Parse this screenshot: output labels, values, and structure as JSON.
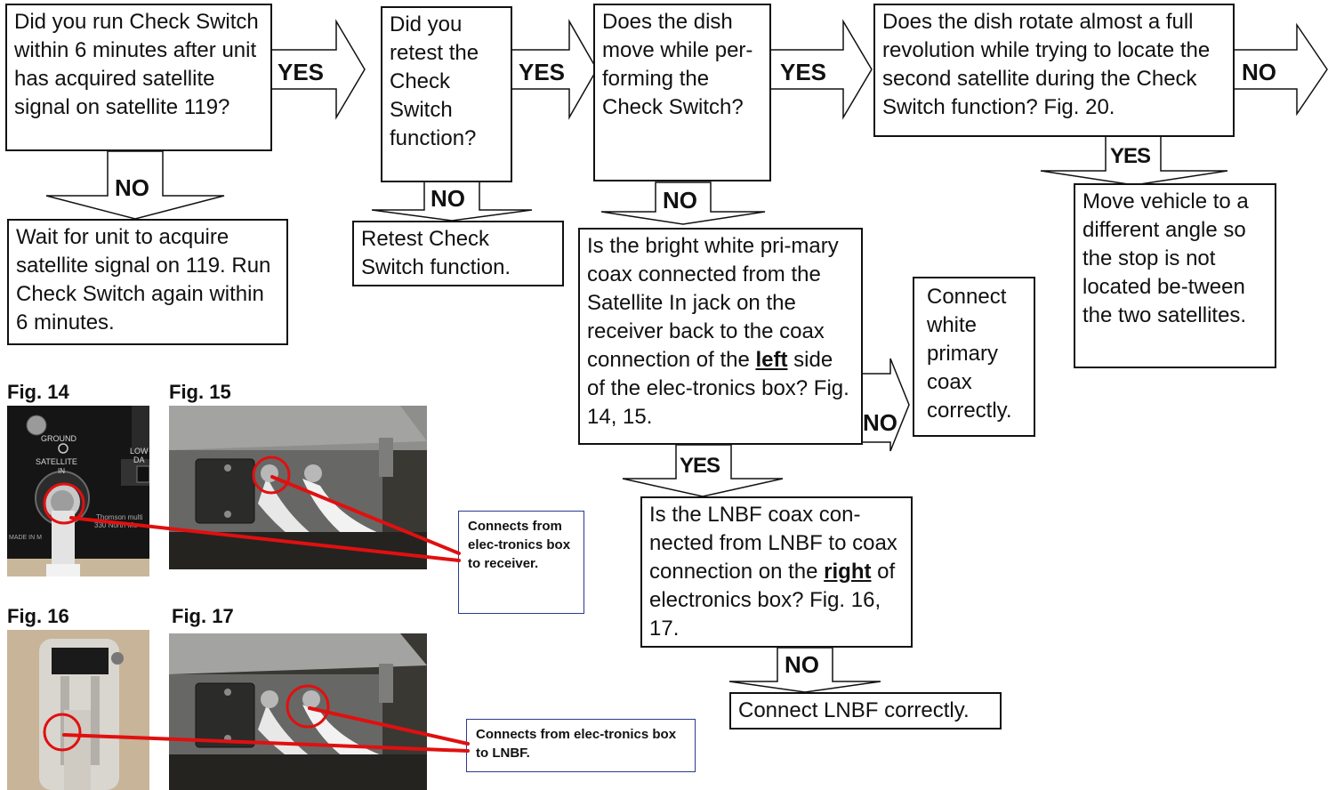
{
  "boxes": {
    "q1": "Did you run Check Switch within 6 minutes after unit has acquired satellite signal on satellite 119?",
    "q2": "Did you retest the Check Switch function?",
    "q3": "Does the dish move while per-forming the Check Switch?",
    "q4": "Does the dish rotate almost a full revolution while trying to locate the second satellite during the Check Switch function? Fig. 20.",
    "wait": "Wait for unit to acquire satellite signal on 119. Run Check Switch again within 6 minutes.",
    "retest": "Retest Check Switch function.",
    "move_vehicle": "Move vehicle to a different angle so the stop is not located be-tween the two satellites.",
    "q5_pre": "Is the bright white pri-mary coax connected from the Satellite In jack on the receiver back to the coax connection of the ",
    "q5_em": "left",
    "q5_post": " side of the elec-tronics box? Fig. 14, 15.",
    "connect_white": "Connect white primary coax correctly.",
    "q6_pre": "Is the LNBF coax con-nected from LNBF to coax connection on the ",
    "q6_em": "right",
    "q6_post": " of electronics box? Fig. 16, 17.",
    "connect_lnbf": "Connect LNBF correctly."
  },
  "labels": {
    "yes1": "YES",
    "yes2": "YES",
    "yes3": "YES",
    "no4": "NO",
    "no1": "NO",
    "no2": "NO",
    "no3": "NO",
    "yes4": "YES",
    "no5": "NO",
    "yes5": "YES",
    "no6": "NO"
  },
  "figures": {
    "fig14": "Fig. 14",
    "fig15": "Fig. 15",
    "fig16": "Fig. 16",
    "fig17": "Fig. 17",
    "fig14_text": [
      "GROUND",
      "SATELLITE",
      "IN",
      "LOW",
      "DA",
      "Thomson multi",
      "330 North Me",
      "MADE IN M"
    ]
  },
  "callouts": {
    "receiver": "Connects from elec-tronics box to receiver.",
    "lnbf": "Connects from elec-tronics box to LNBF."
  },
  "colors": {
    "line": "#111111",
    "callout_line": "#e01010",
    "callout_border": "#2b3a8c"
  }
}
